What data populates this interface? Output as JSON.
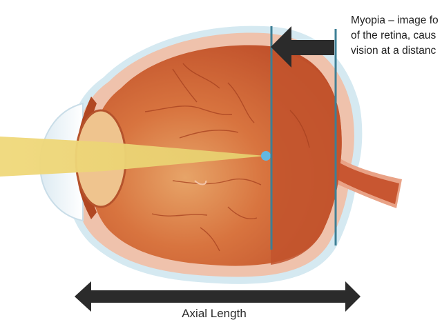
{
  "caption": {
    "lines": [
      "Myopia – image fo",
      "of the retina, caus",
      "vision at a distanc"
    ]
  },
  "axial_label": "Axial Length",
  "colors": {
    "light_beam": "#eed67a",
    "eyeball": "#c95630",
    "lens": "#efc48e",
    "focus_point": "#62b8e2",
    "marker_lines": "#3d7f95",
    "arrows": "#2b2b2b",
    "sclera_outline": "#cfe5ee"
  }
}
